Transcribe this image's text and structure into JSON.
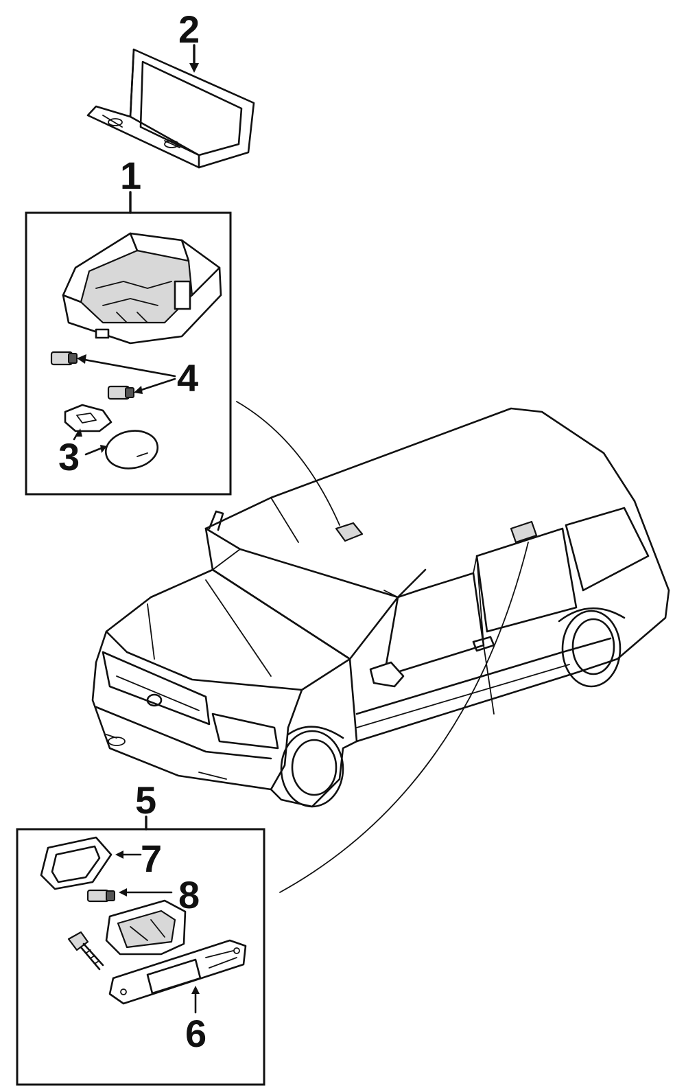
{
  "diagram": {
    "callouts": {
      "c1": "1",
      "c2": "2",
      "c3": "3",
      "c4": "4",
      "c5": "5",
      "c6": "6",
      "c7": "7",
      "c8": "8"
    },
    "colors": {
      "line": "#111111",
      "background": "#ffffff",
      "shade": "#d8d8d8"
    }
  }
}
